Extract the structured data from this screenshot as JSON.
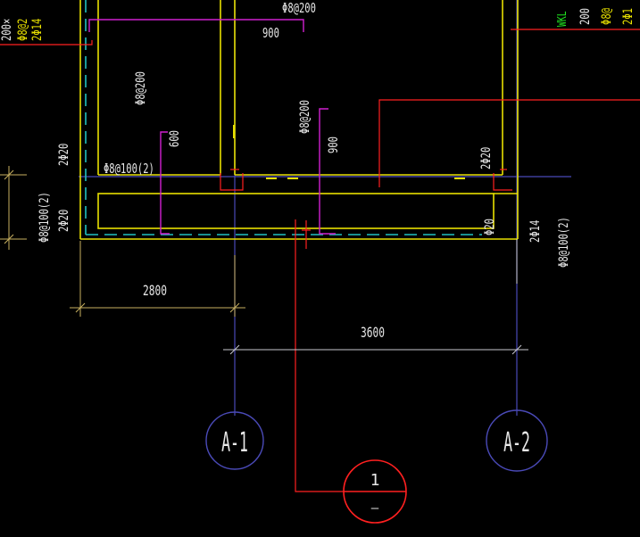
{
  "colors": {
    "background": "#000000",
    "wall": "#e8e000",
    "axis": "#4a4ab8",
    "dim_warm": "#c8b060",
    "dim_white": "#e8e8e8",
    "rebar_magenta": "#d020d0",
    "leader_red": "#ff2020",
    "dash_cyan": "#20c0c0",
    "label_yellow": "#e8e000",
    "label_green": "#20e020"
  },
  "top_labels": {
    "slab_rebar_top": "Φ8@200",
    "dim_900_top": "900"
  },
  "slab_labels": {
    "left_slab_rebar": "Φ8@200",
    "center_slab_rebar": "Φ8@200",
    "dim_600": "600",
    "dim_900_mid": "900"
  },
  "beam_labels": {
    "left_col_top": "2Φ20",
    "stirrup_left": "Φ8@100(2)",
    "right_col_top": "2Φ20",
    "bottom_left_a": "Φ8@100(2)",
    "bottom_left_b": "2Φ20",
    "bottom_right_a": "Φ20",
    "bottom_right_b": "2Φ14",
    "bottom_right_c": "Φ8@100(2)"
  },
  "edge_labels": {
    "left_a": "200×",
    "left_b": "Φ8@2",
    "left_c": "2Φ14",
    "right_a": "200",
    "right_b": "Φ8@",
    "right_c": "2Φ1",
    "right_green": "WKL"
  },
  "dimensions": {
    "left_span": "2800",
    "axis_span": "3600"
  },
  "axes": [
    {
      "label": "A-1"
    },
    {
      "label": "A-2"
    }
  ],
  "section_marker": {
    "number": "1",
    "sheet": "—"
  }
}
